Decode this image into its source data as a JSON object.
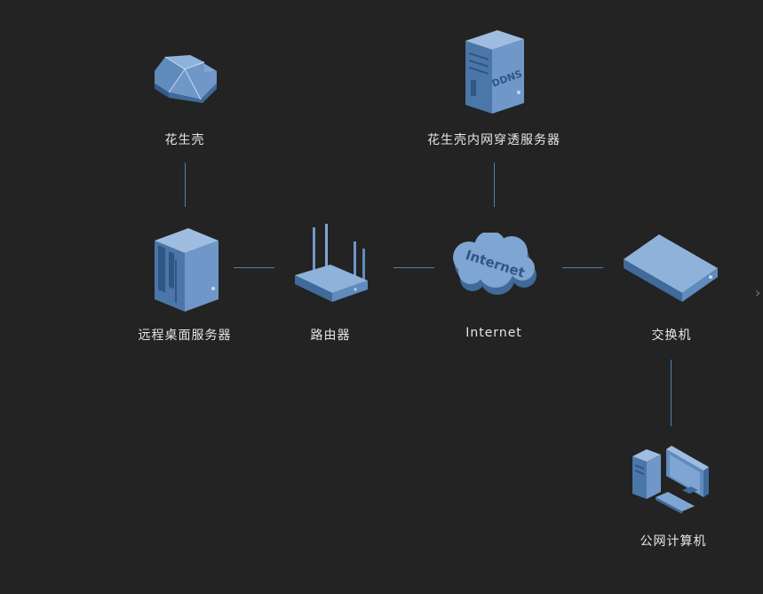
{
  "nodes": {
    "oray": {
      "label": "花生壳",
      "icon": "oray-logo-icon"
    },
    "ddns_server": {
      "label": "花生壳内网穿透服务器",
      "icon": "ddns-server-icon",
      "badge": "DDNS"
    },
    "remote_server": {
      "label": "远程桌面服务器",
      "icon": "server-rack-icon"
    },
    "router": {
      "label": "路由器",
      "icon": "router-icon"
    },
    "internet": {
      "label": "Internet",
      "icon": "internet-cloud-icon",
      "cloud_text": "Internet"
    },
    "switch": {
      "label": "交换机",
      "icon": "network-switch-icon"
    },
    "public_pc": {
      "label": "公网计算机",
      "icon": "desktop-computer-icon"
    }
  },
  "colors": {
    "background": "#232323",
    "device_light": "#7fa6d2",
    "device_mid": "#5f8bbd",
    "device_dark": "#3f6a9a",
    "connector": "#4f7fae",
    "label": "#e6e6e6"
  }
}
